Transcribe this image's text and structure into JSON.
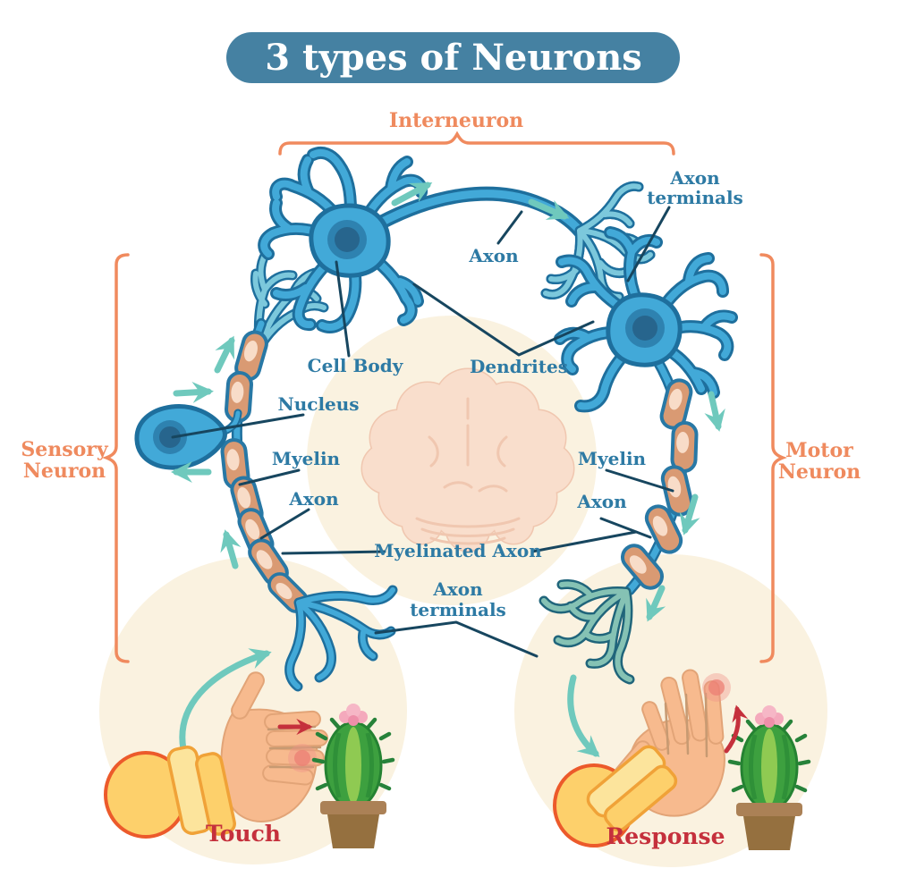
{
  "title": "3 types of Neurons",
  "neuron_types": {
    "interneuron": "Interneuron",
    "sensory": [
      "Sensory",
      "Neuron"
    ],
    "motor": [
      "Motor",
      "Neuron"
    ]
  },
  "part_labels": {
    "axon": "Axon",
    "axon_terminals_line1": "Axon",
    "axon_terminals_line2": "terminals",
    "cell_body": "Cell Body",
    "dendrites": "Dendrites",
    "nucleus": "Nucleus",
    "myelin": "Myelin",
    "myelinated_axon": "Myelinated Axon"
  },
  "action_labels": {
    "touch": "Touch",
    "response": "Response"
  },
  "colors": {
    "title_bg": "#4581a2",
    "title_text": "#ffffff",
    "type_label": "#ef8a5e",
    "brace": "#f08a5e",
    "part_label": "#2d7aa4",
    "pointer_line": "#17465f",
    "neuron_fill": "#42a9d8",
    "neuron_outline": "#1e6f9d",
    "nucleus_fill": "#31708f",
    "terminal_light_blue": "#7cc8dc",
    "motor_terminal_teal": "#85c2b4",
    "myelin_fill": "#d99a73",
    "myelin_highlight": "#f8dcc8",
    "signal_arrow": "#6fc9bd",
    "action_label": "#c5303c",
    "action_arrow": "#c5303c",
    "skin": "#f7ba8e",
    "sleeve_yellow": "#fdd06b",
    "cactus_green": "#3da03f",
    "pot_brown": "#ab8156",
    "brain_fill": "#f9dcca",
    "bg_circle": "#faf2e0"
  }
}
